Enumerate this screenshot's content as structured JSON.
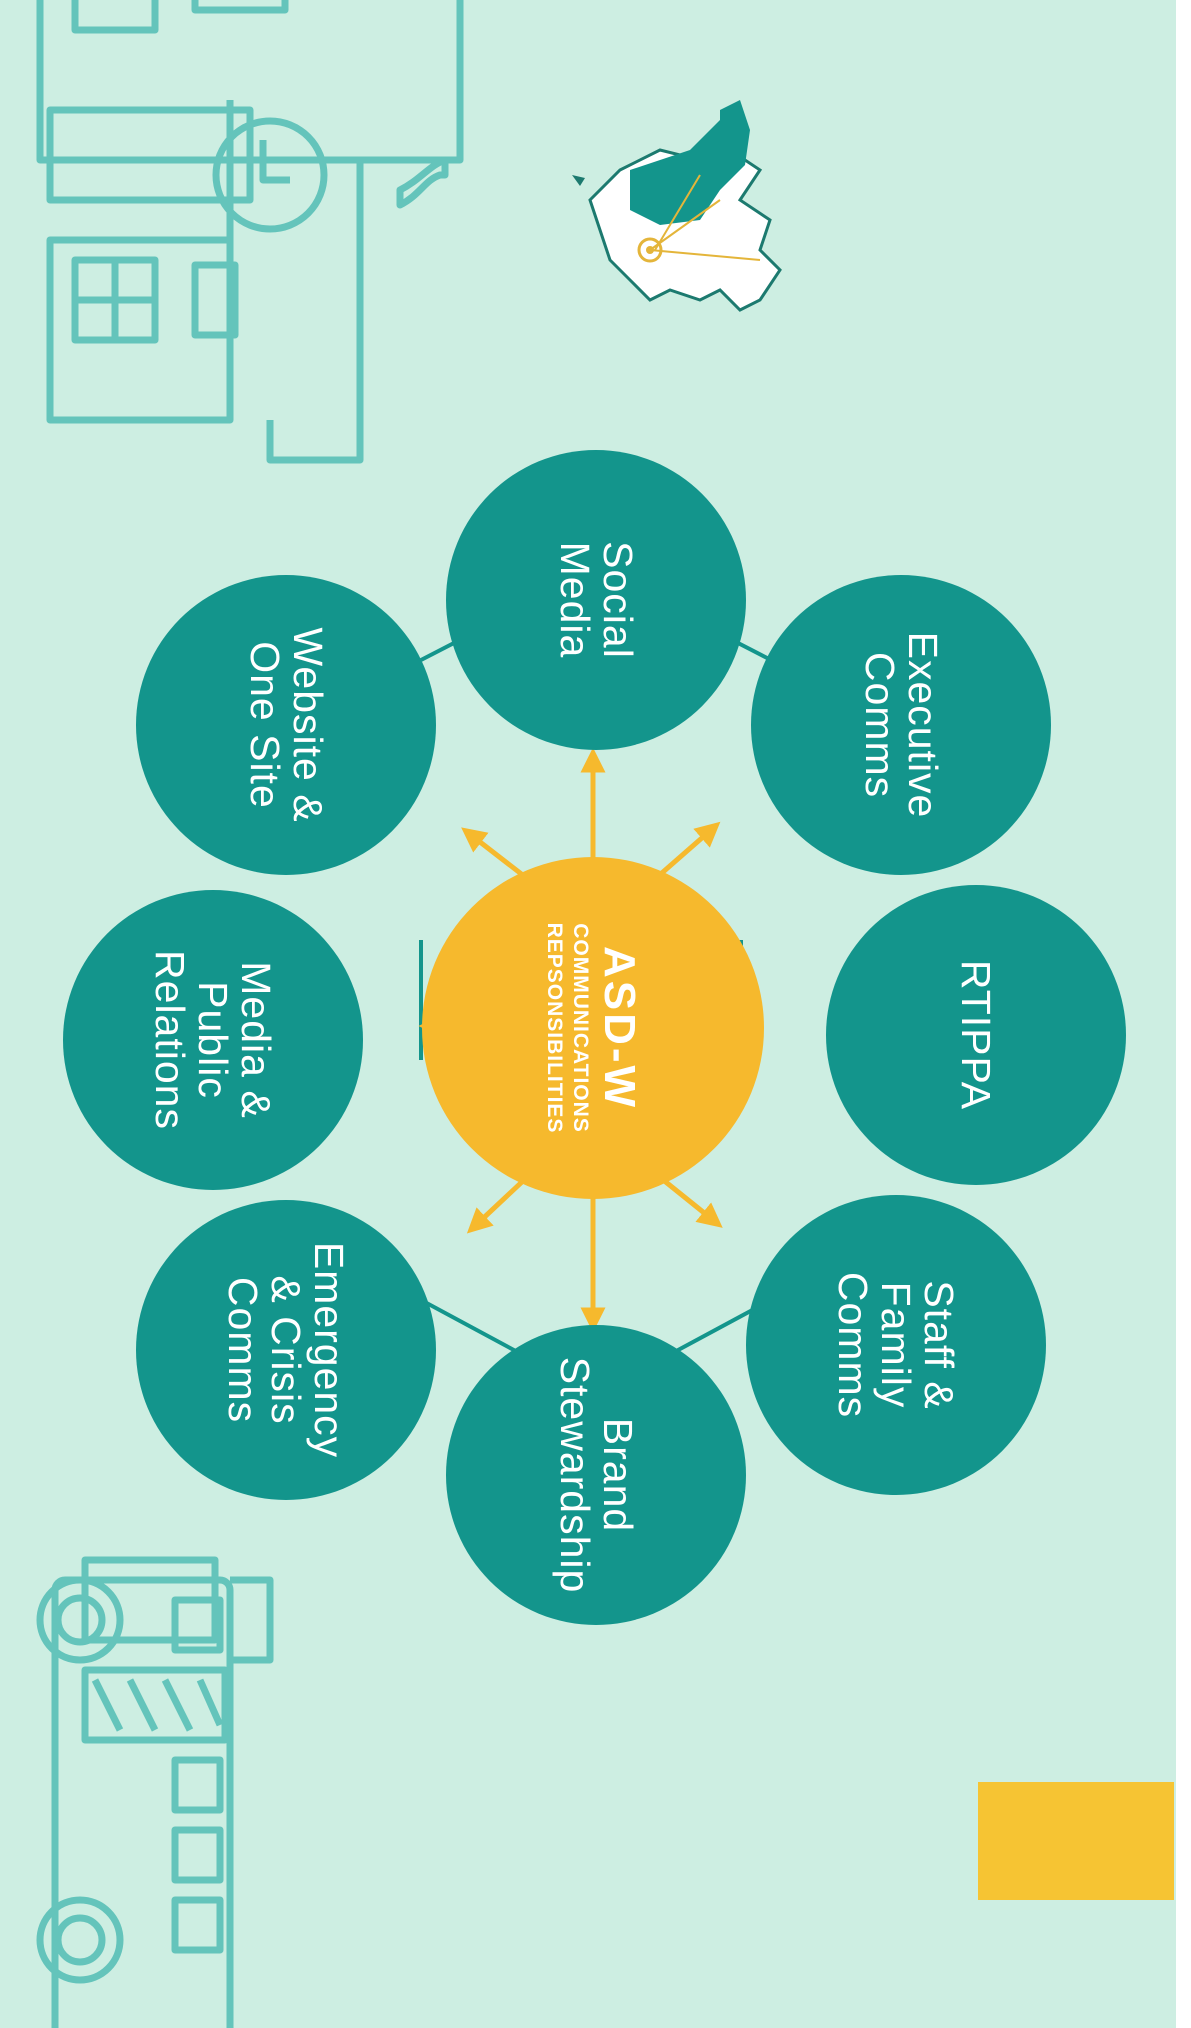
{
  "diagram": {
    "center": {
      "title": "ASD-W",
      "line1": "COMMUNICATIONS",
      "line2": "REPSONSIBILITIES"
    },
    "nodes": [
      {
        "id": "social-media",
        "label": "Social\nMedia"
      },
      {
        "id": "website",
        "label": "Website &\nOne Site"
      },
      {
        "id": "media-relations",
        "label": "Media &\nPublic\nRelations"
      },
      {
        "id": "emergency",
        "label": "Emergency\n& Crisis\nComms"
      },
      {
        "id": "brand",
        "label": "Brand\nStewardship"
      },
      {
        "id": "staff-family",
        "label": "Staff &\nFamily\nComms"
      },
      {
        "id": "rtippa",
        "label": "RTIPPA"
      },
      {
        "id": "executive",
        "label": "Executive\nComms"
      }
    ]
  },
  "colors": {
    "background": "#cdeee2",
    "teal": "#13958c",
    "gold": "#f6b92d",
    "line_art": "#64c4bb",
    "gold_block": "#f6c433"
  },
  "decorations": [
    "school-building-illustration",
    "district-map-logo",
    "school-bus-illustration",
    "gold-accent-block"
  ]
}
